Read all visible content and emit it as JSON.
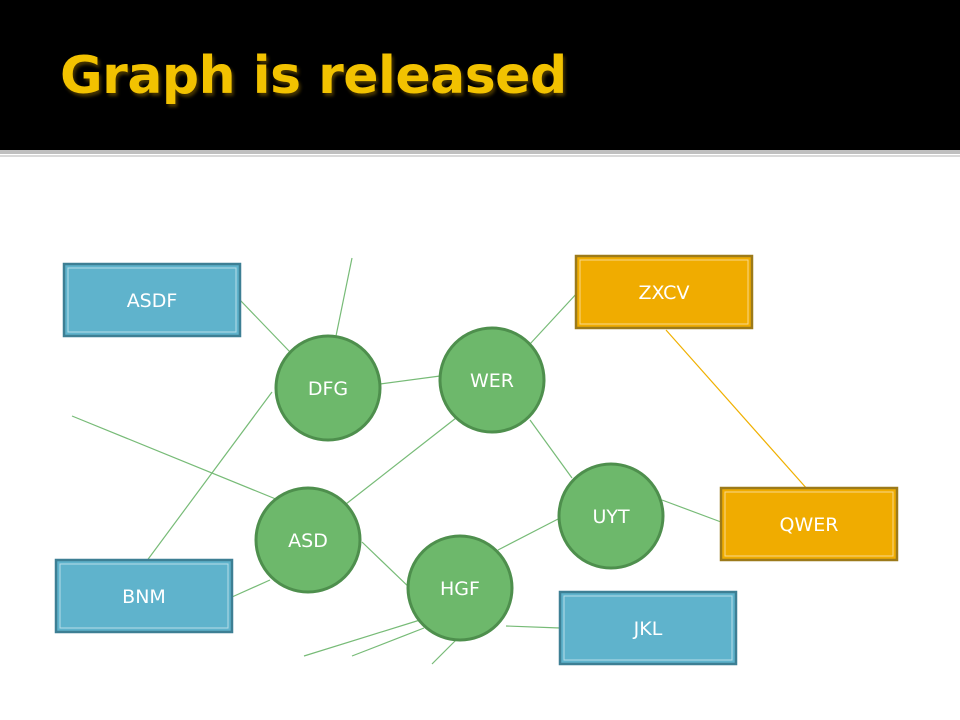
{
  "title": "Graph is released",
  "colors": {
    "title_text": "#f2c200",
    "title_bar": "#000000",
    "circle_fill": "#6db86b",
    "circle_stroke": "#4e8f4d",
    "blue_box_fill": "#5fb3cc",
    "blue_box_stroke": "#3d7f94",
    "orange_box_fill": "#f0ac00",
    "orange_box_stroke": "#9c7a1a",
    "edge_green": "#77bb77",
    "edge_orange": "#f0b000"
  },
  "nodes": [
    {
      "id": "asdf",
      "label": "ASDF",
      "shape": "box",
      "color": "blue"
    },
    {
      "id": "dfg",
      "label": "DFG",
      "shape": "circle"
    },
    {
      "id": "wer",
      "label": "WER",
      "shape": "circle"
    },
    {
      "id": "zxcv",
      "label": "ZXCV",
      "shape": "box",
      "color": "orange"
    },
    {
      "id": "uyt",
      "label": "UYT",
      "shape": "circle"
    },
    {
      "id": "qwer",
      "label": "QWER",
      "shape": "box",
      "color": "orange"
    },
    {
      "id": "asd",
      "label": "ASD",
      "shape": "circle"
    },
    {
      "id": "hgf",
      "label": "HGF",
      "shape": "circle"
    },
    {
      "id": "bnm",
      "label": "BNM",
      "shape": "box",
      "color": "blue"
    },
    {
      "id": "jkl",
      "label": "JKL",
      "shape": "box",
      "color": "blue"
    }
  ],
  "edges": [
    {
      "from": "asdf",
      "to": "dfg",
      "color": "green"
    },
    {
      "from": "dfg",
      "to": "wer",
      "color": "green"
    },
    {
      "from": "dfg",
      "to": "bnm",
      "color": "green"
    },
    {
      "from": "wer",
      "to": "zxcv",
      "color": "green"
    },
    {
      "from": "wer",
      "to": "uyt",
      "color": "green"
    },
    {
      "from": "wer",
      "to": "asd",
      "color": "green"
    },
    {
      "from": "uyt",
      "to": "qwer",
      "color": "green"
    },
    {
      "from": "uyt",
      "to": "hgf",
      "color": "green"
    },
    {
      "from": "asd",
      "to": "bnm",
      "color": "green"
    },
    {
      "from": "asd",
      "to": "hgf",
      "color": "green"
    },
    {
      "from": "hgf",
      "to": "jkl",
      "color": "green"
    },
    {
      "from": "zxcv",
      "to": "qwer",
      "color": "orange"
    }
  ],
  "dangling_edges": [
    {
      "from": "dfg",
      "color": "green"
    },
    {
      "from": "asd",
      "color": "green"
    },
    {
      "from": "hgf",
      "color": "green"
    },
    {
      "from": "hgf",
      "color": "green"
    },
    {
      "from": "hgf",
      "color": "green"
    }
  ]
}
